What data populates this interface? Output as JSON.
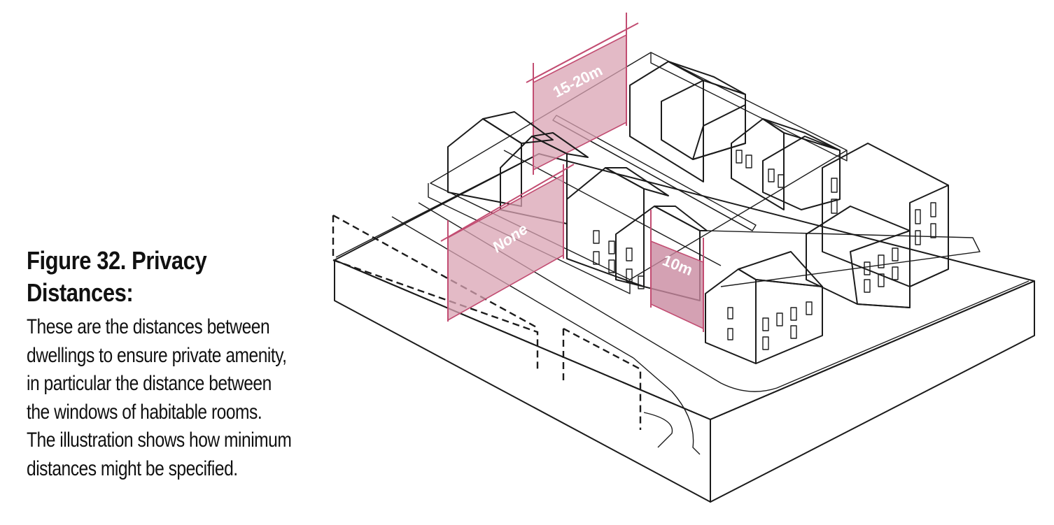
{
  "caption": {
    "title_line1": "Figure 32.  Privacy",
    "title_line2": "Distances:",
    "body_lines": [
      "These are the distances between",
      "dwellings to ensure private amenity,",
      "in particular the distance between",
      "the windows of habitable rooms.",
      "The illustration shows how minimum",
      "distances might be specified."
    ]
  },
  "illustration": {
    "dimension_labels": {
      "rear_to_rear": "15-20m",
      "front_to_front": "None",
      "side_to_rear": "10m"
    },
    "colors": {
      "plane_fill": "#d9a3b3",
      "plane_stroke": "#c24d72",
      "roof_shade": "#cfcfcf",
      "wall_shade": "#e8e8e8",
      "line": "#1b1b1b"
    }
  }
}
